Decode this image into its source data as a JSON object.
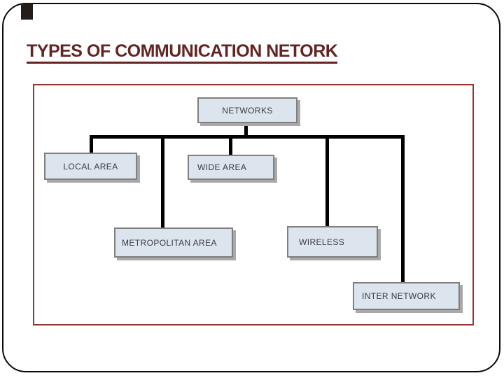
{
  "slide": {
    "title": "TYPES OF COMMUNICATION NETORK",
    "title_color": "#632423",
    "panel_border_color": "#953735",
    "slide_border_color": "#0a0a0a"
  },
  "diagram": {
    "type": "tree",
    "root": {
      "label": "NETWORKS"
    },
    "children": [
      {
        "label": "LOCAL AREA"
      },
      {
        "label": "WIDE AREA"
      },
      {
        "label": "METROPOLITAN AREA"
      },
      {
        "label": "WIRELESS"
      },
      {
        "label": "INTER NETWORK"
      }
    ],
    "box_fill": "#dce4ee",
    "box_border": "#7f7f7f",
    "box_shadow": "#a9a9a9",
    "box_text_color": "#3b3b42",
    "connector_color": "#000000"
  }
}
